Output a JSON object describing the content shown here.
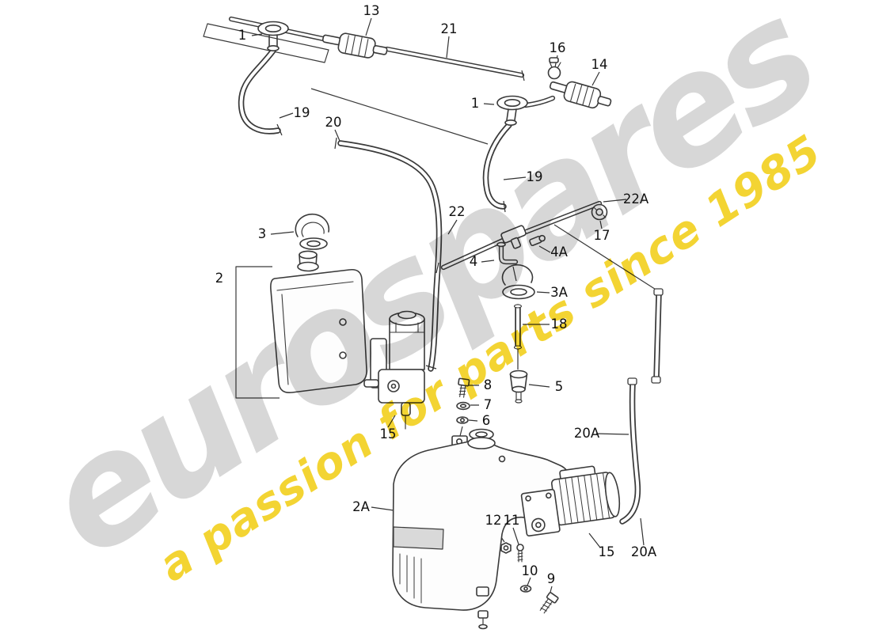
{
  "colors": {
    "line": "#3a3a3a",
    "watermark_gray": "#cdcdcd",
    "watermark_yellow": "#f0ca00",
    "background": "#ffffff"
  },
  "watermark": {
    "brand": "eurospares",
    "tagline": "a passion for parts since 1985"
  },
  "callouts": [
    {
      "label": "1"
    },
    {
      "label": "13"
    },
    {
      "label": "21"
    },
    {
      "label": "16"
    },
    {
      "label": "14"
    },
    {
      "label": "1"
    },
    {
      "label": "19"
    },
    {
      "label": "20"
    },
    {
      "label": "19"
    },
    {
      "label": "22"
    },
    {
      "label": "22A"
    },
    {
      "label": "17"
    },
    {
      "label": "3"
    },
    {
      "label": "4"
    },
    {
      "label": "4A"
    },
    {
      "label": "2"
    },
    {
      "label": "3A"
    },
    {
      "label": "18"
    },
    {
      "label": "8"
    },
    {
      "label": "5"
    },
    {
      "label": "7"
    },
    {
      "label": "6"
    },
    {
      "label": "15"
    },
    {
      "label": "20A"
    },
    {
      "label": "2A"
    },
    {
      "label": "12"
    },
    {
      "label": "11"
    },
    {
      "label": "15"
    },
    {
      "label": "10"
    },
    {
      "label": "9"
    },
    {
      "label": "20A"
    }
  ]
}
